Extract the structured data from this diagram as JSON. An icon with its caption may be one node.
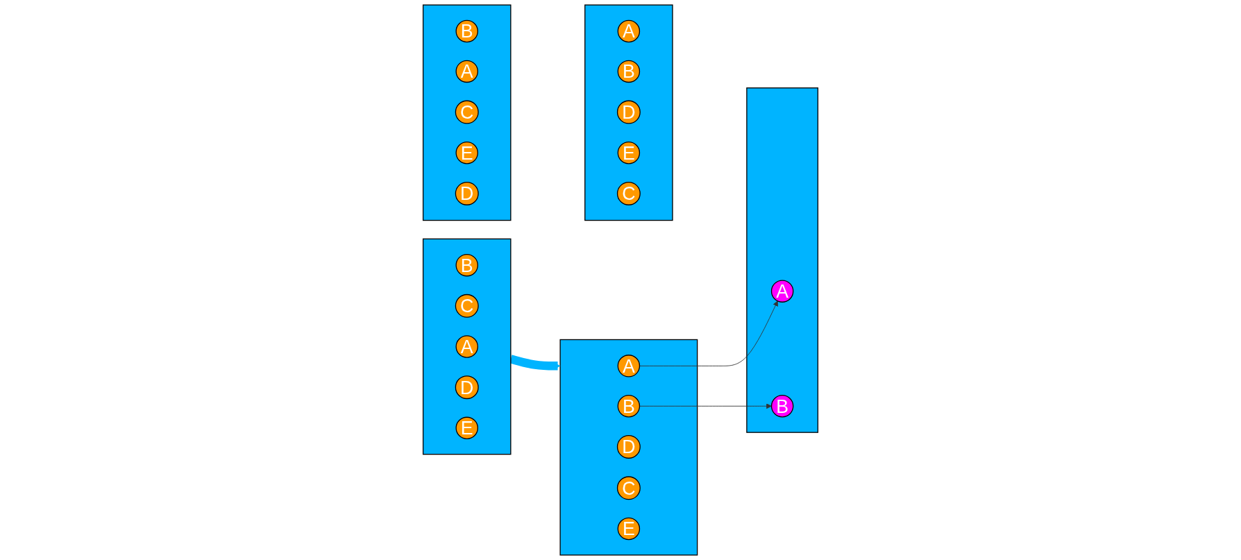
{
  "diagram": {
    "nodes": [
      {
        "text": [],
        "shape": "box"
      },
      {
        "text": [
          "B"
        ],
        "in": 0
      },
      {
        "text": [
          "A"
        ],
        "in": 0
      },
      {
        "text": [
          "C"
        ],
        "in": 0
      },
      {
        "text": [
          "E"
        ],
        "in": 0
      },
      {
        "text": [
          "D"
        ],
        "in": 0
      },
      {
        "text": [],
        "shape": "box"
      },
      {
        "text": [
          "A"
        ],
        "in": 6
      },
      {
        "text": [
          "B"
        ],
        "in": 6
      },
      {
        "text": [
          "D"
        ],
        "in": 6
      },
      {
        "text": [
          "E"
        ],
        "in": 6
      },
      {
        "text": [
          "C"
        ],
        "in": 6
      },
      {
        "text": [],
        "shape": "box"
      },
      {
        "text": [
          "B"
        ],
        "in": 12
      },
      {
        "text": [
          "C"
        ],
        "in": 12
      },
      {
        "text": [
          "A"
        ],
        "in": 12
      },
      {
        "text": [
          "D"
        ],
        "in": 12
      },
      {
        "text": [
          "E"
        ],
        "in": 12
      },
      {
        "text": [],
        "shape": "box"
      },
      {
        "text": [
          "A"
        ],
        "in": 18
      },
      {
        "text": [
          "B"
        ],
        "in": 18
      },
      {
        "text": [
          "D"
        ],
        "in": 18
      },
      {
        "text": [
          "C"
        ],
        "in": 18
      },
      {
        "text": [
          "E"
        ],
        "in": 18
      },
      {
        "text": [],
        "shape": "box"
      },
      {
        "text": [
          "A"
        ],
        "in": 24
      },
      {
        "text": [
          "B"
        ],
        "in": 24
      }
    ],
    "edges": [
      {
        "from": 12,
        "to": 18,
        "arrow": "to",
        "style": "thick",
        "color": "#00b4ff"
      },
      {
        "from": 19,
        "to": 25,
        "arrow": "to"
      },
      {
        "from": 20,
        "to": 26,
        "arrow": "to"
      }
    ]
  }
}
